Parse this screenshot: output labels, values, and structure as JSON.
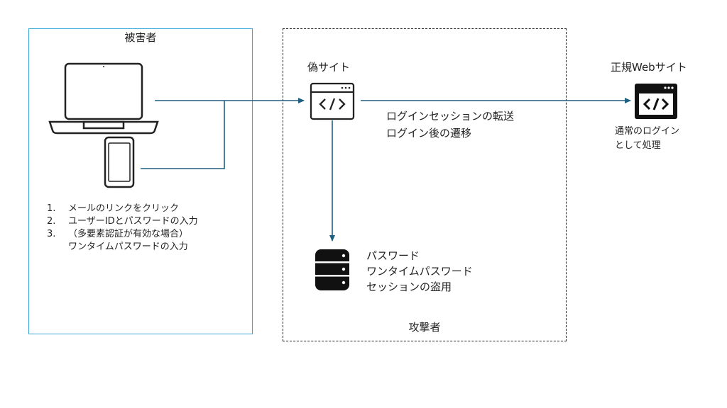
{
  "victim": {
    "title": "被害者",
    "steps": [
      {
        "num": "1.",
        "text": "メールのリンクをクリック"
      },
      {
        "num": "2.",
        "text": "ユーザーIDとパスワードの入力"
      },
      {
        "num": "3.",
        "text": "（多要素認証が有効な場合）"
      },
      {
        "num": "",
        "text": "ワンタイムパスワードの入力"
      }
    ]
  },
  "attacker": {
    "title": "攻撃者",
    "fake_site_label": "偽サイト",
    "flow_lines": [
      "ログインセッションの転送",
      "ログイン後の遷移"
    ],
    "stolen_lines": [
      "パスワード",
      "ワンタイムパスワード",
      "セッションの盗用"
    ]
  },
  "legit": {
    "title": "正規Webサイト",
    "lines": [
      "通常のログイン",
      "として処理"
    ]
  },
  "colors": {
    "victim_border": "#3ba6d8",
    "connector": "#1f5f80",
    "icon": "#222222"
  },
  "icons": [
    "laptop-icon",
    "smartphone-icon",
    "code-window-icon",
    "database-icon"
  ]
}
